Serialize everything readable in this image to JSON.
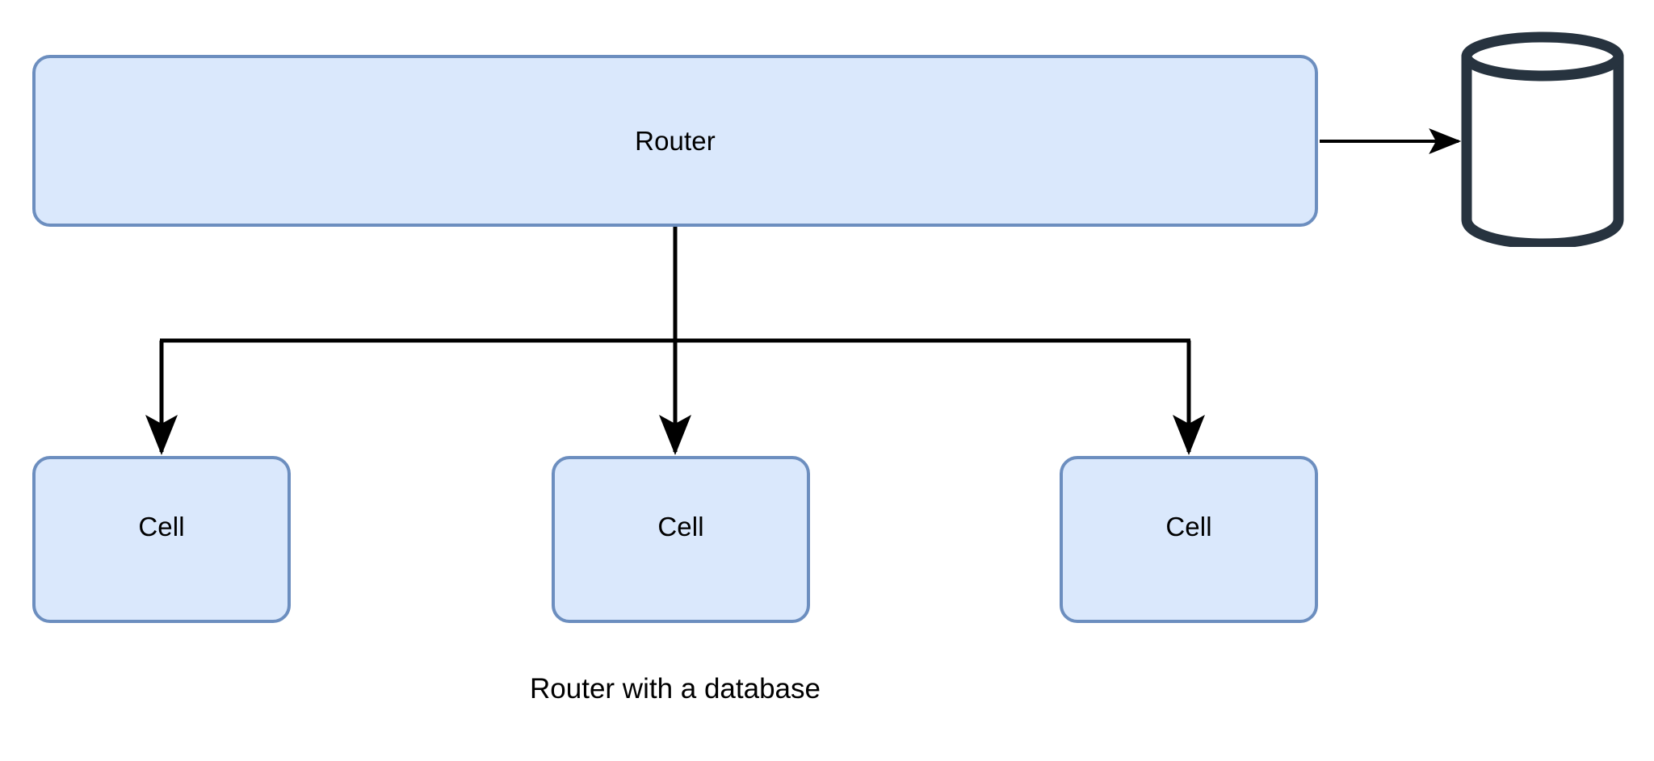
{
  "diagram": {
    "caption": "Router with a database",
    "background_color": "#ffffff",
    "node_fill_color": "#dae8fc",
    "node_stroke_color": "#6c8ebf",
    "database_stroke_color": "#27333f",
    "database_fill_color": "#ffffff",
    "connector_color": "#000000",
    "nodes": {
      "router": {
        "label": "Router",
        "shape": "rounded-rectangle"
      },
      "database": {
        "label": "",
        "shape": "cylinder"
      },
      "cells": [
        {
          "label": "Cell",
          "shape": "rounded-rectangle"
        },
        {
          "label": "Cell",
          "shape": "rounded-rectangle"
        },
        {
          "label": "Cell",
          "shape": "rounded-rectangle"
        }
      ]
    },
    "edges": [
      {
        "from": "router",
        "to": "database",
        "style": "straight-arrow"
      },
      {
        "from": "router",
        "to": "cell-1",
        "style": "orthogonal-arrow"
      },
      {
        "from": "router",
        "to": "cell-2",
        "style": "straight-arrow"
      },
      {
        "from": "router",
        "to": "cell-3",
        "style": "orthogonal-arrow"
      }
    ]
  }
}
